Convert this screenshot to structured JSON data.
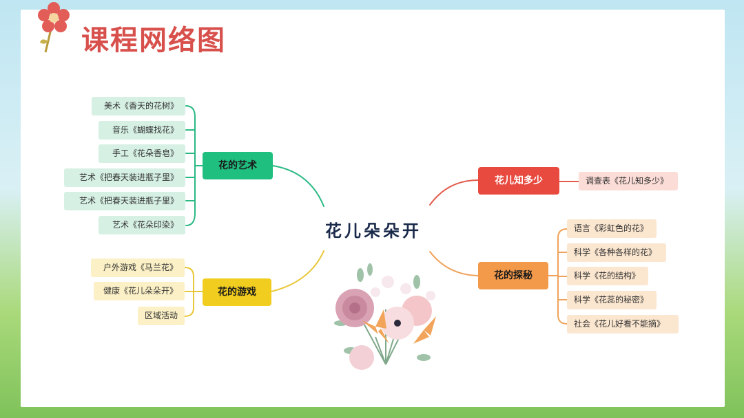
{
  "title": "课程网络图",
  "center": "花儿朵朵开",
  "branches": {
    "art": {
      "label": "花的艺术",
      "items": [
        "美术《香天的花树》",
        "音乐《蝴蝶找花》",
        "手工《花朵香皂》",
        "艺术《把春天装进瓶子里》",
        "艺术《把春天装进瓶子里》",
        "艺术《花朵印染》"
      ]
    },
    "game": {
      "label": "花的游戏",
      "items": [
        "户外游戏《马兰花》",
        "健康《花儿朵朵开》",
        "区域活动"
      ]
    },
    "know": {
      "label": "花儿知多少",
      "items": [
        "调查表《花儿知多少》"
      ]
    },
    "explore": {
      "label": "花的探秘",
      "items": [
        "语言《彩虹色的花》",
        "科学《各种各样的花》",
        "科学《花的结构》",
        "科学《花蕊的秘密》",
        "社会《花儿好看不能摘》"
      ]
    }
  },
  "colors": {
    "title": "#d8504c",
    "art": "#1fbf7f",
    "game": "#f1cd1f",
    "know": "#e84a3f",
    "explore": "#f2994a",
    "art_line": "#2ab983",
    "game_line": "#e8c73a",
    "know_line": "#e25a4a",
    "explore_line": "#f0a25a"
  },
  "decorations": [
    "flower-icon",
    "bouquet-illustration"
  ]
}
